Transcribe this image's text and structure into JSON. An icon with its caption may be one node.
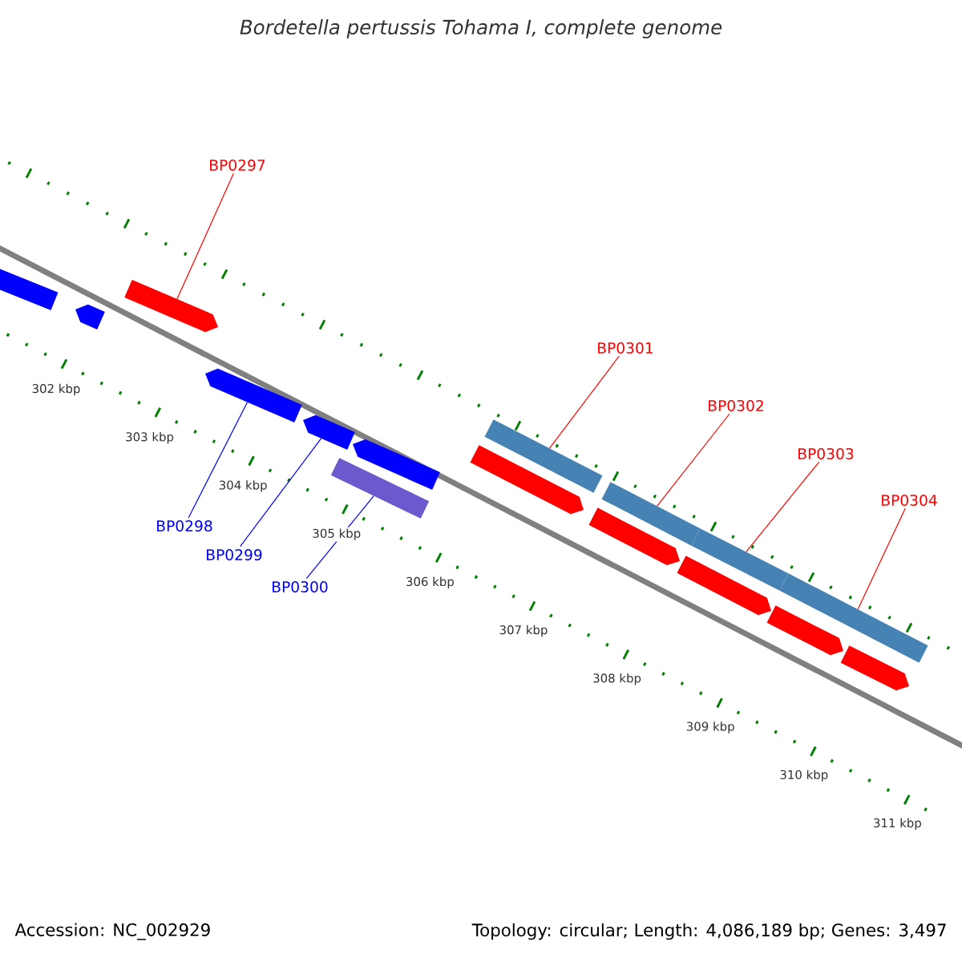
{
  "diagram": {
    "title": "Bordetella pertussis Tohama I, complete genome",
    "nodes": [
      {
        "text": [
          "BP0297"
        ]
      },
      {
        "text": [
          "BP0298"
        ]
      },
      {
        "text": [
          "BP0299"
        ]
      },
      {
        "text": [
          "BP0300"
        ]
      },
      {
        "text": [
          "BP0301"
        ]
      },
      {
        "text": [
          "BP0302"
        ]
      },
      {
        "text": [
          "BP0303"
        ]
      },
      {
        "text": [
          "BP0304"
        ]
      },
      {
        "text": [],
        "shape": "pentagon"
      },
      {
        "text": [],
        "shape": "pentagon"
      },
      {
        "text": [],
        "shape": "pentagon"
      },
      {
        "text": [],
        "shape": "pentagon"
      },
      {
        "text": [],
        "shape": "pentagon"
      },
      {
        "text": [],
        "shape": "pentagon"
      },
      {
        "text": [],
        "shape": "bar"
      },
      {
        "text": [],
        "shape": "bar"
      },
      {
        "text": [],
        "shape": "pentagon"
      },
      {
        "text": [],
        "shape": "bar"
      },
      {
        "text": [],
        "shape": "pentagon"
      },
      {
        "text": [],
        "shape": "bar"
      },
      {
        "text": [],
        "shape": "pentagon"
      },
      {
        "text": [],
        "shape": "pentagon"
      },
      {
        "text": [],
        "shape": "bar"
      },
      {
        "text": [],
        "shape": "pentagon"
      }
    ],
    "edges": [
      {
        "from": 0,
        "to": 10,
        "arrow": "none",
        "color": "#ff0000"
      },
      {
        "from": 1,
        "to": 11,
        "arrow": "none",
        "color": "#0000ff"
      },
      {
        "from": 2,
        "to": 12,
        "arrow": "none",
        "color": "#0000ff"
      },
      {
        "from": 3,
        "to": 14,
        "arrow": "none",
        "color": "#0000ff"
      },
      {
        "from": 4,
        "to": 15,
        "arrow": "none",
        "color": "#ff0000"
      },
      {
        "from": 5,
        "to": 17,
        "arrow": "none",
        "color": "#ff0000"
      },
      {
        "from": 6,
        "to": 19,
        "arrow": "none",
        "color": "#ff0000"
      },
      {
        "from": 7,
        "to": 22,
        "arrow": "none",
        "color": "#ff0000"
      }
    ],
    "labels": [
      "302 kbp",
      "303 kbp",
      "304 kbp",
      "305 kbp",
      "306 kbp",
      "307 kbp",
      "308 kbp",
      "309 kbp",
      "310 kbp",
      "311 kbp",
      "Accession: NC_002929",
      "Topology: circular; Length: 4,086,189 bp; Genes: 3,497"
    ]
  }
}
